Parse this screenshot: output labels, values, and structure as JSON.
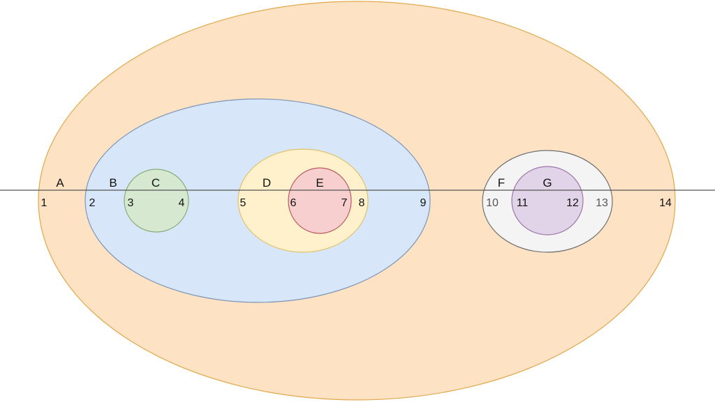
{
  "regions": [
    {
      "key": "A",
      "label": "A",
      "fill": "#fde2c4",
      "stroke": "#e0a84a"
    },
    {
      "key": "B",
      "label": "B",
      "fill": "#d7e6f8",
      "stroke": "#7d95b7"
    },
    {
      "key": "C",
      "label": "C",
      "fill": "#d6e8cf",
      "stroke": "#86ac79"
    },
    {
      "key": "D",
      "label": "D",
      "fill": "#fff1cb",
      "stroke": "#e1c26a"
    },
    {
      "key": "E",
      "label": "E",
      "fill": "#f7cfcf",
      "stroke": "#b95a5f"
    },
    {
      "key": "F",
      "label": "F",
      "fill": "#f4f4f4",
      "stroke": "#6f6f6f"
    },
    {
      "key": "G",
      "label": "G",
      "fill": "#e2d4e8",
      "stroke": "#9b76a9"
    }
  ],
  "markers": [
    "1",
    "2",
    "3",
    "4",
    "5",
    "6",
    "7",
    "8",
    "9",
    "10",
    "11",
    "12",
    "13",
    "14"
  ],
  "line_color": "#555555",
  "text_color": "#111111",
  "muted_text_color": "#555555"
}
